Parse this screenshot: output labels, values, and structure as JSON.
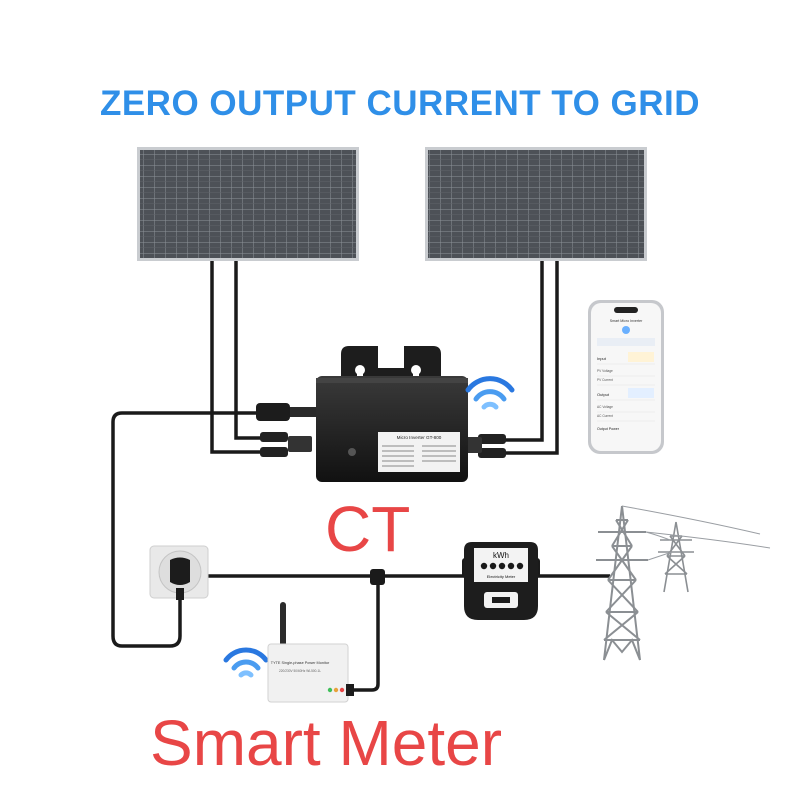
{
  "title": "ZERO OUTPUT CURRENT TO GRID",
  "labels": {
    "ct": "CT",
    "smart_meter": "Smart Meter"
  },
  "inverter": {
    "nameplate": "Micro Inverter GT-800"
  },
  "phone": {
    "header": "Smart Micro Inverter",
    "rows": [
      "Input",
      "PV Voltage",
      "PV Current",
      "Output",
      "AC Voltage",
      "AC Current",
      "Output Power"
    ]
  },
  "electricity_meter": {
    "unit": "kWh",
    "caption": "Electricity Meter"
  },
  "smart_meter_device": {
    "line1": "TYTE Single-phase Power Monitor",
    "line2": "220/230V  50/60Hz  WL500-1L"
  },
  "colors": {
    "title": "#2f8fe8",
    "labels": "#e84646",
    "panel": "#4a4d52",
    "cable": "#1a1a1a",
    "wifi_outer": "#2a78e0",
    "wifi_inner": "#7ec0ff"
  },
  "icons": [
    "solar-panel-icon",
    "wifi-icon",
    "plug-socket-icon",
    "transmission-tower-icon",
    "smartphone-icon"
  ]
}
